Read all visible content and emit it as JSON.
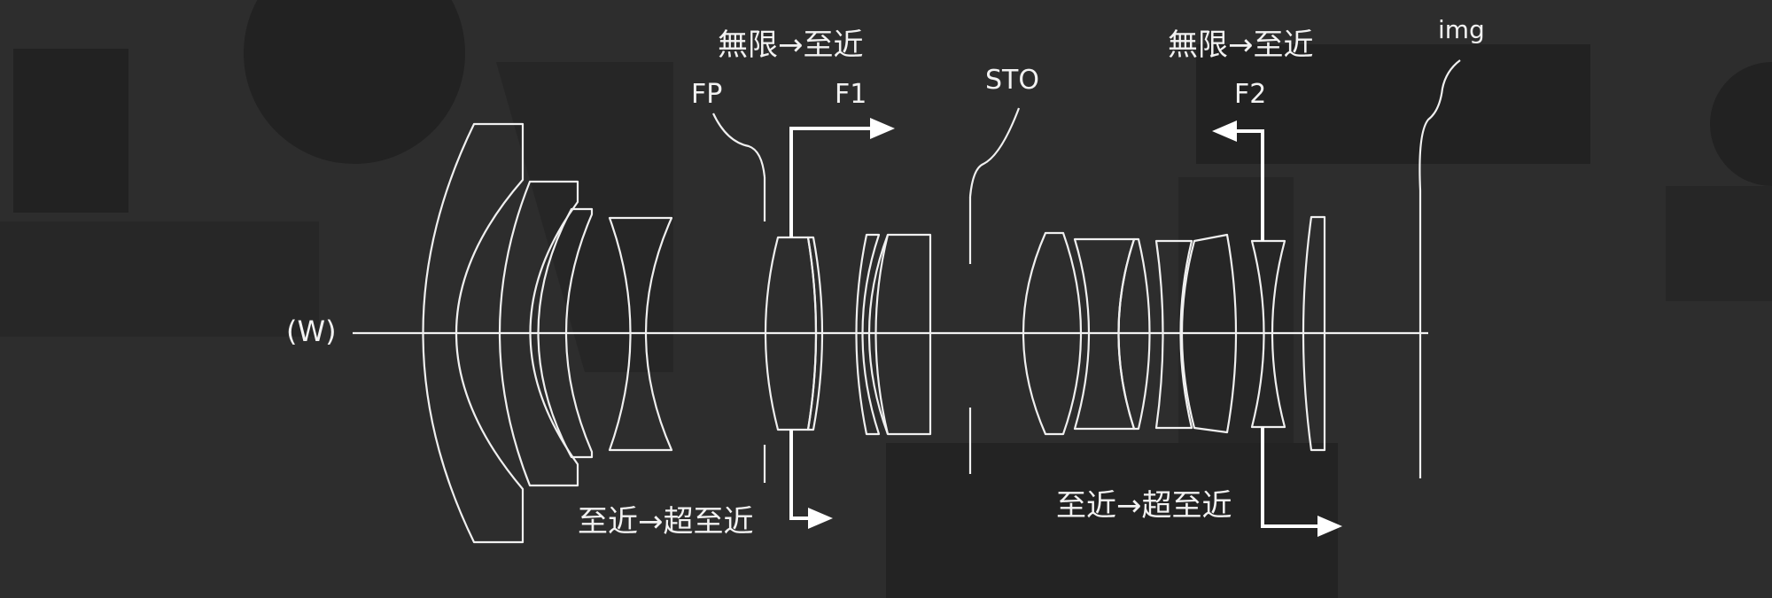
{
  "labels": {
    "wide_mark": "(W)",
    "fp": "FP",
    "f1": "F1",
    "sto": "STO",
    "f2": "F2",
    "img": "img",
    "f1_focus_infinity_to_near": "無限→至近",
    "f1_focus_near_to_super_near": "至近→超至近",
    "f2_focus_infinity_to_near": "無限→至近",
    "f2_focus_near_to_super_near": "至近→超至近"
  },
  "colors": {
    "background": "#2d2d2d",
    "watermark": "#222222",
    "line": "#f0f0f0",
    "arrow": "#ffffff",
    "text": "#f2f2f2"
  }
}
